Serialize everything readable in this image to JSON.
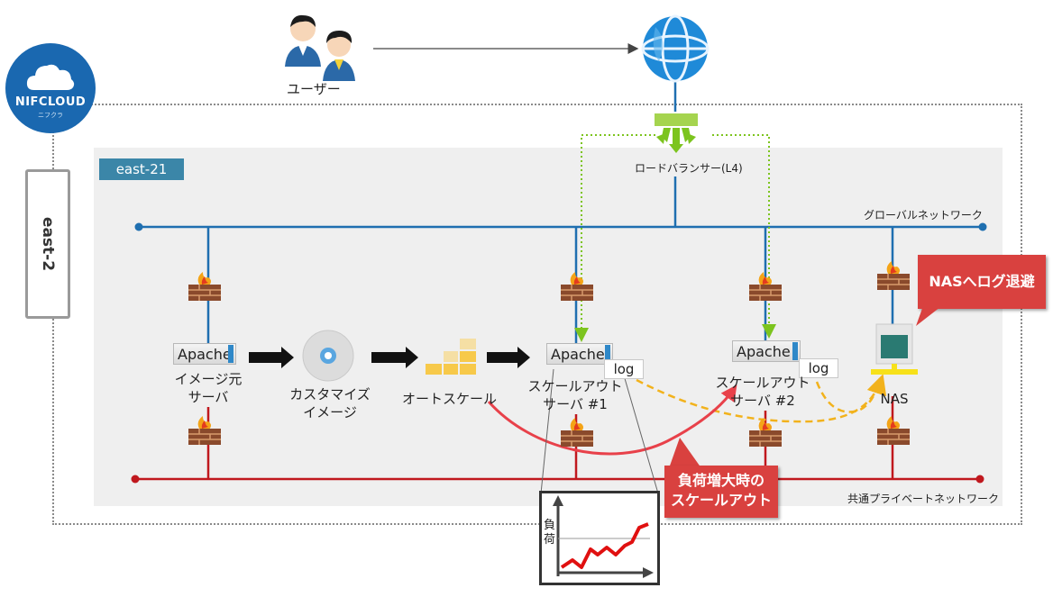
{
  "labels": {
    "users": "ユーザー",
    "load_balancer": "ロードバランサー(L4)",
    "global_network": "グローバルネットワーク",
    "private_network": "共通プライベートネットワーク",
    "zone": "east-21",
    "region": "east-2",
    "brand": "NIFCLOUD",
    "brand_sub": "ニフクラ"
  },
  "nodes": {
    "image_source_server": {
      "app": "Apache",
      "line1": "イメージ元",
      "line2": "サーバ"
    },
    "custom_image": {
      "line1": "カスタマイズ",
      "line2": "イメージ"
    },
    "autoscale": {
      "label": "オートスケール"
    },
    "scaleout_server_1": {
      "app": "Apache",
      "line1": "スケールアウト",
      "line2": "サーバ #1",
      "log": "log"
    },
    "scaleout_server_2": {
      "app": "Apache",
      "line1": "スケールアウト",
      "line2": "サーバ #2",
      "log": "log"
    },
    "nas": {
      "label": "NAS"
    }
  },
  "callouts": {
    "nas_log": "NASへログ退避",
    "scaleout_line1": "負荷増大時の",
    "scaleout_line2": "スケールアウト"
  },
  "load_graph": {
    "ylabel_1": "負",
    "ylabel_2": "荷"
  },
  "colors": {
    "global_line": "#1f6fb0",
    "private_line": "#c0181e",
    "zone_tag": "#3b86a8",
    "callout": "#d9413f",
    "lb_arrow": "#7cc41e",
    "log_arrow": "#f2b21c",
    "scale_arrow": "#e8414a"
  },
  "icons": {
    "users": "users-icon",
    "internet": "globe-icon",
    "load_balancer": "load-balancer-icon",
    "firewall": "firewall-icon",
    "disk_image": "disk-image-icon",
    "autoscale": "autoscale-blocks-icon",
    "nas": "nas-icon"
  }
}
